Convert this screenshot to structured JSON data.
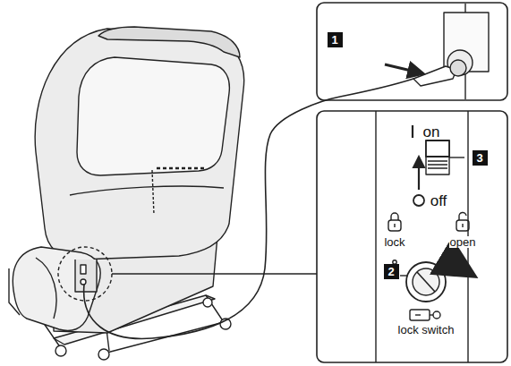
{
  "diagram": {
    "labels": [
      "1",
      "2",
      "3",
      "on",
      "off",
      "lock",
      "open",
      "lock switch"
    ]
  }
}
